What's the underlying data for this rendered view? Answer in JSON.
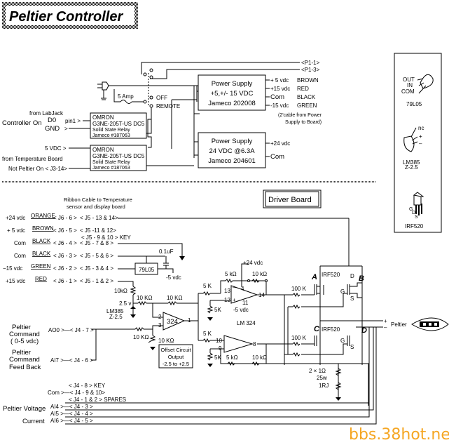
{
  "title": "Peltier Controller",
  "top_section": {
    "connectors": [
      "<P1-1>",
      "<P1-3>"
    ],
    "fuse_label": "5 Amp",
    "switch_labels": {
      "off": "OFF",
      "remote": "REMOTE"
    },
    "power_supply_1": {
      "line1": "Power Supply",
      "line2": "+5,+/- 15 VDC",
      "line3": "Jameco 202008"
    },
    "power_supply_1_outputs": [
      {
        "voltage": "+ 5 vdc",
        "color": "BROWN"
      },
      {
        "voltage": "+15 vdc",
        "color": "RED"
      },
      {
        "voltage": "Com",
        "color": "BLACK"
      },
      {
        "voltage": "-15 vdc",
        "color": "GREEN"
      }
    ],
    "cable_note": [
      "(2'cable from Power",
      "Supply to Board)"
    ],
    "power_supply_2": {
      "line1": "Power Supply",
      "line2": "24 VDC @6.3A",
      "line3": "Jameco 204601"
    },
    "power_supply_2_outputs": [
      "+24 vdc",
      "Com"
    ],
    "relay": {
      "line1": "OMRON",
      "line2": "G3NE-205T-US DC5",
      "line3": "Solid State Relay",
      "line4": "Jameco #187063"
    },
    "labjack_labels": {
      "from": "from LabJack",
      "controller_on": "Controller On",
      "d0": "D0",
      "pin1": "pin1 >",
      "gnd": "GND",
      "gnd_arrow": ">"
    },
    "temp_labels": {
      "vdc5": "5 VDC >",
      "from": "from Temperature Board",
      "not_peltier": "Not Peltier On < J3-14>"
    }
  },
  "parts_legend": {
    "reg": {
      "pins": [
        "OUT",
        "IN",
        "COM"
      ],
      "name": "79L05"
    },
    "ref": {
      "pins": [
        "nc",
        "+",
        "–"
      ],
      "name": "LM385",
      "sub": "Z-2.5"
    },
    "fet": {
      "pins": [
        "G",
        "D",
        "S"
      ],
      "name": "IRF520"
    }
  },
  "driver_board": {
    "title": "Driver Board",
    "ribbon_note": [
      "Ribbon Cable to Temperature",
      "sensor and display board"
    ],
    "ribbon_rows": [
      {
        "voltage": "+24 vdc",
        "color": "ORANGE",
        "j6": "< J6 - 6 >",
        "j5": "< J5 - 13 & 14>"
      },
      {
        "voltage": "+ 5 vdc",
        "color": "BROWN",
        "j6": "< J6 - 5 >",
        "j5": "< J5 -11 & 12>"
      },
      {
        "voltage": "Com",
        "color": "BLACK",
        "j6": "< J6 - 4 >",
        "j5": "< J5 - 7 &  8 >"
      },
      {
        "voltage": "Com",
        "color": "BLACK",
        "j6": "< J6 - 3 >",
        "j5": "< J5 - 5 &  6 >"
      },
      {
        "voltage": "−15 vdc",
        "color": "GREEN",
        "j6": "< J6 - 2 >",
        "j5": "< J5 - 3 &  4 >"
      },
      {
        "voltage": "+15 vdc",
        "color": "RED",
        "j6": "< J6 - 1 >",
        "j5": "< J5 - 1 &  2 >"
      }
    ],
    "key_note": "< J5 - 9 & 10 > KEY",
    "cap": "0.1uF",
    "reg": "79L05",
    "neg5": "-5 vdc",
    "r10k": "10kΩ",
    "v25": "2.5 v",
    "lm385": [
      "LM385",
      "Z-2.5"
    ],
    "r_10K": "10 KΩ",
    "opamp_324": "324",
    "offset_box": [
      "Offset Circuit",
      "Output",
      "-2.5 to +2.5"
    ],
    "r5K": "5 K",
    "r5k_ohm": "5 kΩ",
    "r10k_ohm": "10 kΩ",
    "r5K_short": "5K",
    "plus24": "+24 vdc",
    "lm324": "LM 324",
    "pins": {
      "p13": "13",
      "p12": "12",
      "p4": "4",
      "p11": "11",
      "p14": "14",
      "p10": "10",
      "p9": "9",
      "p8": "8",
      "p1": "1",
      "p2": "2",
      "p3": "3"
    },
    "r100k": "100 K",
    "fets": {
      "a": "A",
      "b": "B",
      "c": "C",
      "d": "D",
      "part": "IRF520",
      "g": "G",
      "d_pin": "D",
      "s": "S"
    },
    "sense_res": [
      "2 × 1Ω",
      "25w",
      "1RJ"
    ],
    "peltier": "Peltier",
    "plus": "+",
    "minus": "–",
    "command": {
      "label": [
        "Peltier",
        "Command",
        "( 0-5 vdc)"
      ],
      "pin": "AO0 >—< J4 - 7 >"
    },
    "feedback": {
      "label": [
        "Peltier",
        "Command",
        "Feed Back"
      ],
      "pin": "AI7 >—< J4 - 6 >"
    },
    "j4_rows": [
      {
        "label": "",
        "pin": "< J4 - 8 > KEY"
      },
      {
        "label": "Com",
        "pin": "Com >—< J4 - 9 & 10>"
      },
      {
        "label": "",
        "pin": "< J4 - 1 & 2 > SPARES"
      },
      {
        "label": "Peltier Voltage",
        "pin": "AI4 >—< J4 - 3 >"
      },
      {
        "label": "",
        "pin": "AI5 >—< J4 - 4 >"
      },
      {
        "label": "Current",
        "pin": "AI6 >—< J4 - 5 >"
      }
    ]
  },
  "watermark": "bbs.38hot.net"
}
